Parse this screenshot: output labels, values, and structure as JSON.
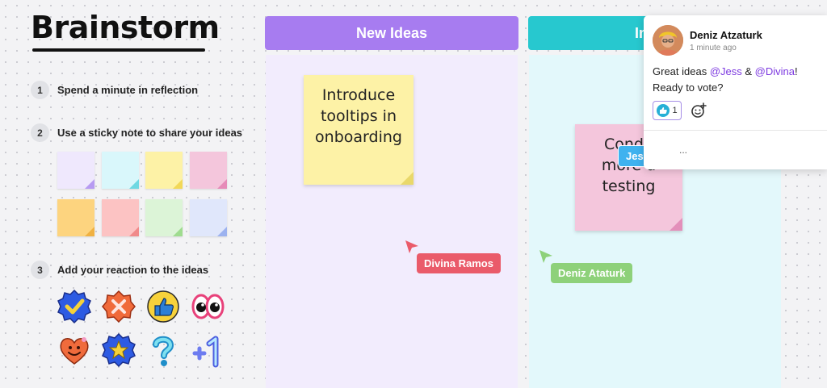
{
  "board": {
    "title": "Brainstorm"
  },
  "steps": [
    {
      "num": "1",
      "text": "Spend a minute in reflection"
    },
    {
      "num": "2",
      "text": "Use a sticky note to share your ideas"
    },
    {
      "num": "3",
      "text": "Add your reaction to the ideas"
    }
  ],
  "colors": {
    "new_ideas_header": "#a77cf0",
    "new_ideas_bg": "#f2ecfd",
    "improve_header": "#27c8cf",
    "improve_bg": "#e3f8fb",
    "yellow_note": "#fdf2a6",
    "pink_note": "#f4c6dc",
    "divina": "#ea5b6a",
    "deniz_cursor": "#8ed17a",
    "jess": "#3fb2ef",
    "mention": "#7d3ae0"
  },
  "sticky_swatches": [
    {
      "name": "lavender-swatch",
      "color": "#efe8fd",
      "fold": "#b79bf2"
    },
    {
      "name": "aqua-swatch",
      "color": "#d9f7fb",
      "fold": "#6fd8e2"
    },
    {
      "name": "yellow-swatch",
      "color": "#fdf2a6",
      "fold": "#f2d858"
    },
    {
      "name": "pink-swatch",
      "color": "#f4c6dc",
      "fold": "#e68bb8"
    },
    {
      "name": "orange-swatch",
      "color": "#fdd47f",
      "fold": "#f0b142"
    },
    {
      "name": "salmon-swatch",
      "color": "#fcc3c3",
      "fold": "#f08a8a"
    },
    {
      "name": "green-swatch",
      "color": "#dcf4d7",
      "fold": "#9fdc8f"
    },
    {
      "name": "blue-swatch",
      "color": "#e0e7fb",
      "fold": "#9cb2ef"
    }
  ],
  "reactions": [
    {
      "name": "checkmark-sticker-icon"
    },
    {
      "name": "cross-sticker-icon"
    },
    {
      "name": "thumbs-up-sticker-icon"
    },
    {
      "name": "eyes-sticker-icon"
    },
    {
      "name": "heart-face-sticker-icon"
    },
    {
      "name": "star-sticker-icon"
    },
    {
      "name": "question-mark-sticker-icon"
    },
    {
      "name": "plus-one-sticker-icon"
    }
  ],
  "columns": [
    {
      "title": "New Ideas"
    },
    {
      "title": "Impro"
    }
  ],
  "notes": [
    {
      "text_lines": [
        "Introduce",
        "tooltips in",
        "onboarding"
      ]
    },
    {
      "text_lines": [
        "Condu",
        "more u",
        "testing"
      ]
    }
  ],
  "cursors": [
    {
      "label": "Divina Ramos"
    },
    {
      "label": "Deniz Ataturk"
    },
    {
      "label": "Jess Dinh"
    }
  ],
  "comment": {
    "author": "Deniz Atzaturk",
    "time": "1 minute ago",
    "msg_prefix": "Great ideas ",
    "mention1": "@Jess",
    "msg_amp": " & ",
    "mention2": "@Divina",
    "msg_suffix": "! Ready to vote?",
    "like_count": "1",
    "ellipsis": "..."
  }
}
